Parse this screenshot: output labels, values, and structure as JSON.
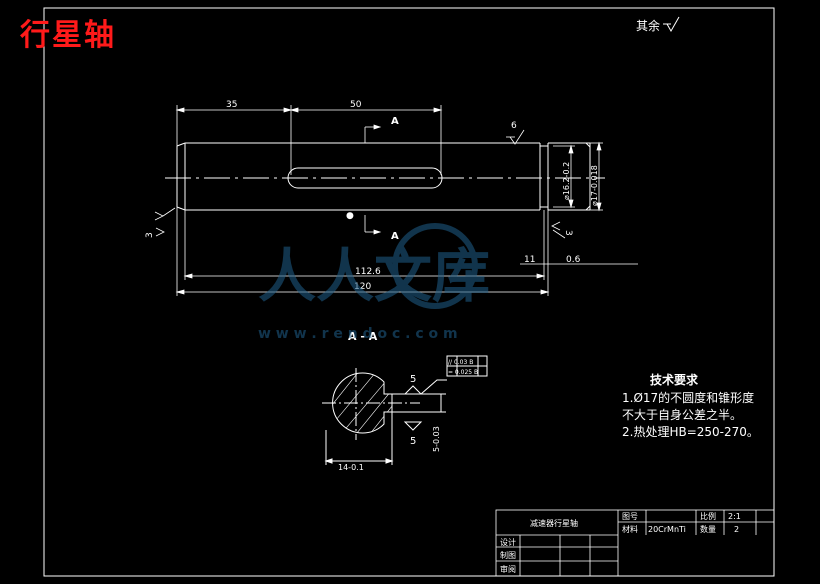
{
  "drawing_title": "行星轴",
  "surface_note": "其余",
  "dimensions": {
    "d35": "35",
    "d50": "50",
    "d112_6": "112.6",
    "d120": "120",
    "d11": "11",
    "d0_6": "0.6",
    "dia16_2": "⌀16.2-0.2",
    "dia17": "⌀17-0.018",
    "rough6": "6",
    "rough3_left": "3",
    "rough3_right": "3",
    "section_mark_top": "A",
    "section_mark_bottom": "A",
    "section_title": "A - A",
    "key_width_a": "5",
    "key_width_b": "5",
    "key_tol": "5-0.03",
    "key_depth": "14-0.1",
    "tol_frame_1": "// 0.03 B",
    "tol_frame_2": "= 0.025 B"
  },
  "tech_requirements": {
    "heading": "技术要求",
    "line1": "1.Ø17的不圆度和锥形度",
    "line2": "不大于自身公差之半。",
    "line3": "2.热处理HB=250-270。"
  },
  "title_block": {
    "part_name": "减速器行星轴",
    "drawing_no_label": "图号",
    "material_label": "材料",
    "material_value": "20CrMnTi",
    "scale_label": "比例",
    "scale_value": "2:1",
    "qty_label": "数量",
    "qty_value": "2",
    "designer_label": "设计",
    "drafter_label": "制图",
    "checker_label": "审阅"
  },
  "watermark": {
    "brand": "人人文库",
    "url": "w w w . r e n d o c . c o m"
  }
}
